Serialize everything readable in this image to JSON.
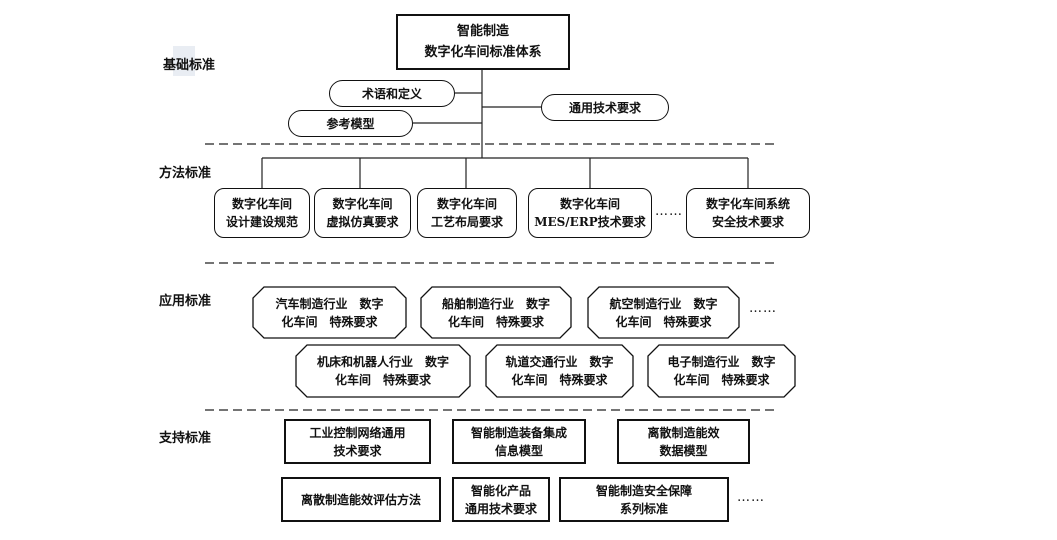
{
  "root": "智能制造\n数字化车间标准体系",
  "sections": {
    "basic": "基础标准",
    "method": "方法标准",
    "application": "应用标准",
    "support": "支持标准"
  },
  "basic_items": {
    "terms": "术语和定义",
    "reference": "参考模型",
    "general": "通用技术要求"
  },
  "method_items": [
    "数字化车间\n设计建设规范",
    "数字化车间\n虚拟仿真要求",
    "数字化车间\n工艺布局要求",
    "数字化车间\nMES/ERP技术要求",
    "数字化车间系统\n安全技术要求"
  ],
  "application_items": [
    "汽车制造行业　数字\n化车间　特殊要求",
    "船舶制造行业　数字\n化车间　特殊要求",
    "航空制造行业　数字\n化车间　特殊要求",
    "机床和机器人行业　数字\n化车间　特殊要求",
    "轨道交通行业　数字\n化车间　特殊要求",
    "电子制造行业　数字\n化车间　特殊要求"
  ],
  "support_items": [
    "工业控制网络通用\n技术要求",
    "智能制造装备集成\n信息模型",
    "离散制造能效\n数据模型",
    "离散制造能效评估方法",
    "智能化产品\n通用技术要求",
    "智能制造安全保障\n系列标准"
  ],
  "ellipsis": "……"
}
